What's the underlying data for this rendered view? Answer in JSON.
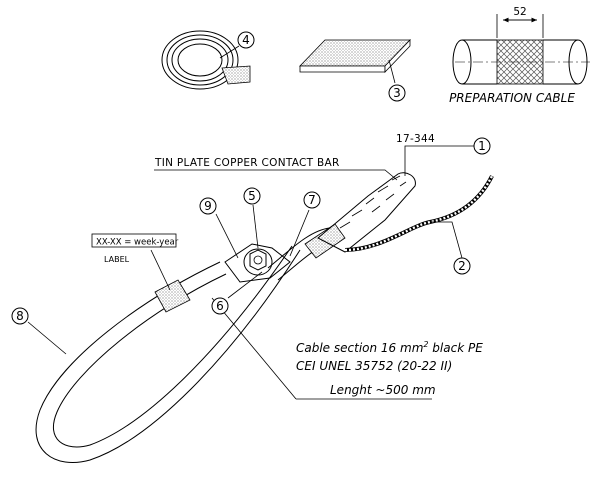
{
  "dimension": "52",
  "preparation_label": "PREPARATION CABLE",
  "part_code": "17-344",
  "contact_bar_label": "TIN PLATE COPPER CONTACT BAR",
  "label_box_text": "XX-XX = week-year",
  "label_word": "LABEL",
  "cable_section_prefix": "Cable section 16 mm",
  "cable_section_sup": "2",
  "cable_section_suffix": " black PE",
  "standard": "CEI UNEL 35752 (20-22 II)",
  "length": "Lenght ~500 mm",
  "callouts": [
    "1",
    "2",
    "3",
    "4",
    "5",
    "6",
    "7",
    "8",
    "9"
  ]
}
